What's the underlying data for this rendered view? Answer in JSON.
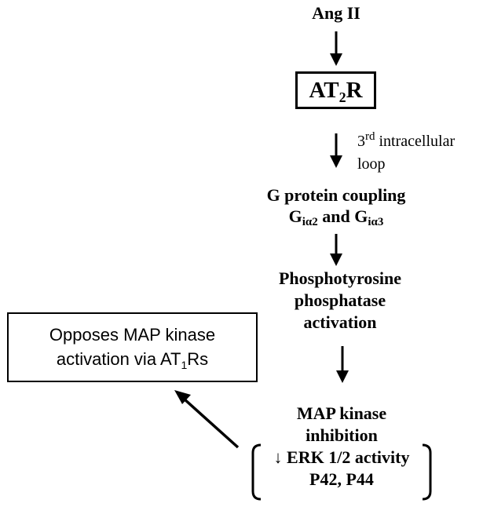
{
  "diagram": {
    "ligand": "Ang II",
    "receptor": {
      "prefix": "AT",
      "subscript": "2",
      "suffix": "R"
    },
    "loop_note": {
      "superscript_lead": "3",
      "superscript": "rd",
      "line1_rest": " intracellular",
      "line2": "loop"
    },
    "g_protein": {
      "line1": "G protein coupling",
      "g1_main": "G",
      "g1_sub": "iα2",
      "and_text": " and ",
      "g2_main": "G",
      "g2_sub": "iα3"
    },
    "phosphatase": {
      "line1": "Phosphotyrosine",
      "line2": "phosphatase",
      "line3": "activation"
    },
    "inhibition": {
      "line1": "MAP kinase",
      "line2": "inhibition",
      "line3": "↓ ERK 1/2 activity",
      "line4": "P42, P44"
    },
    "opposes": {
      "line1": "Opposes MAP kinase",
      "line2_prefix": "activation via AT",
      "line2_sub": "1",
      "line2_suffix": "Rs"
    }
  }
}
